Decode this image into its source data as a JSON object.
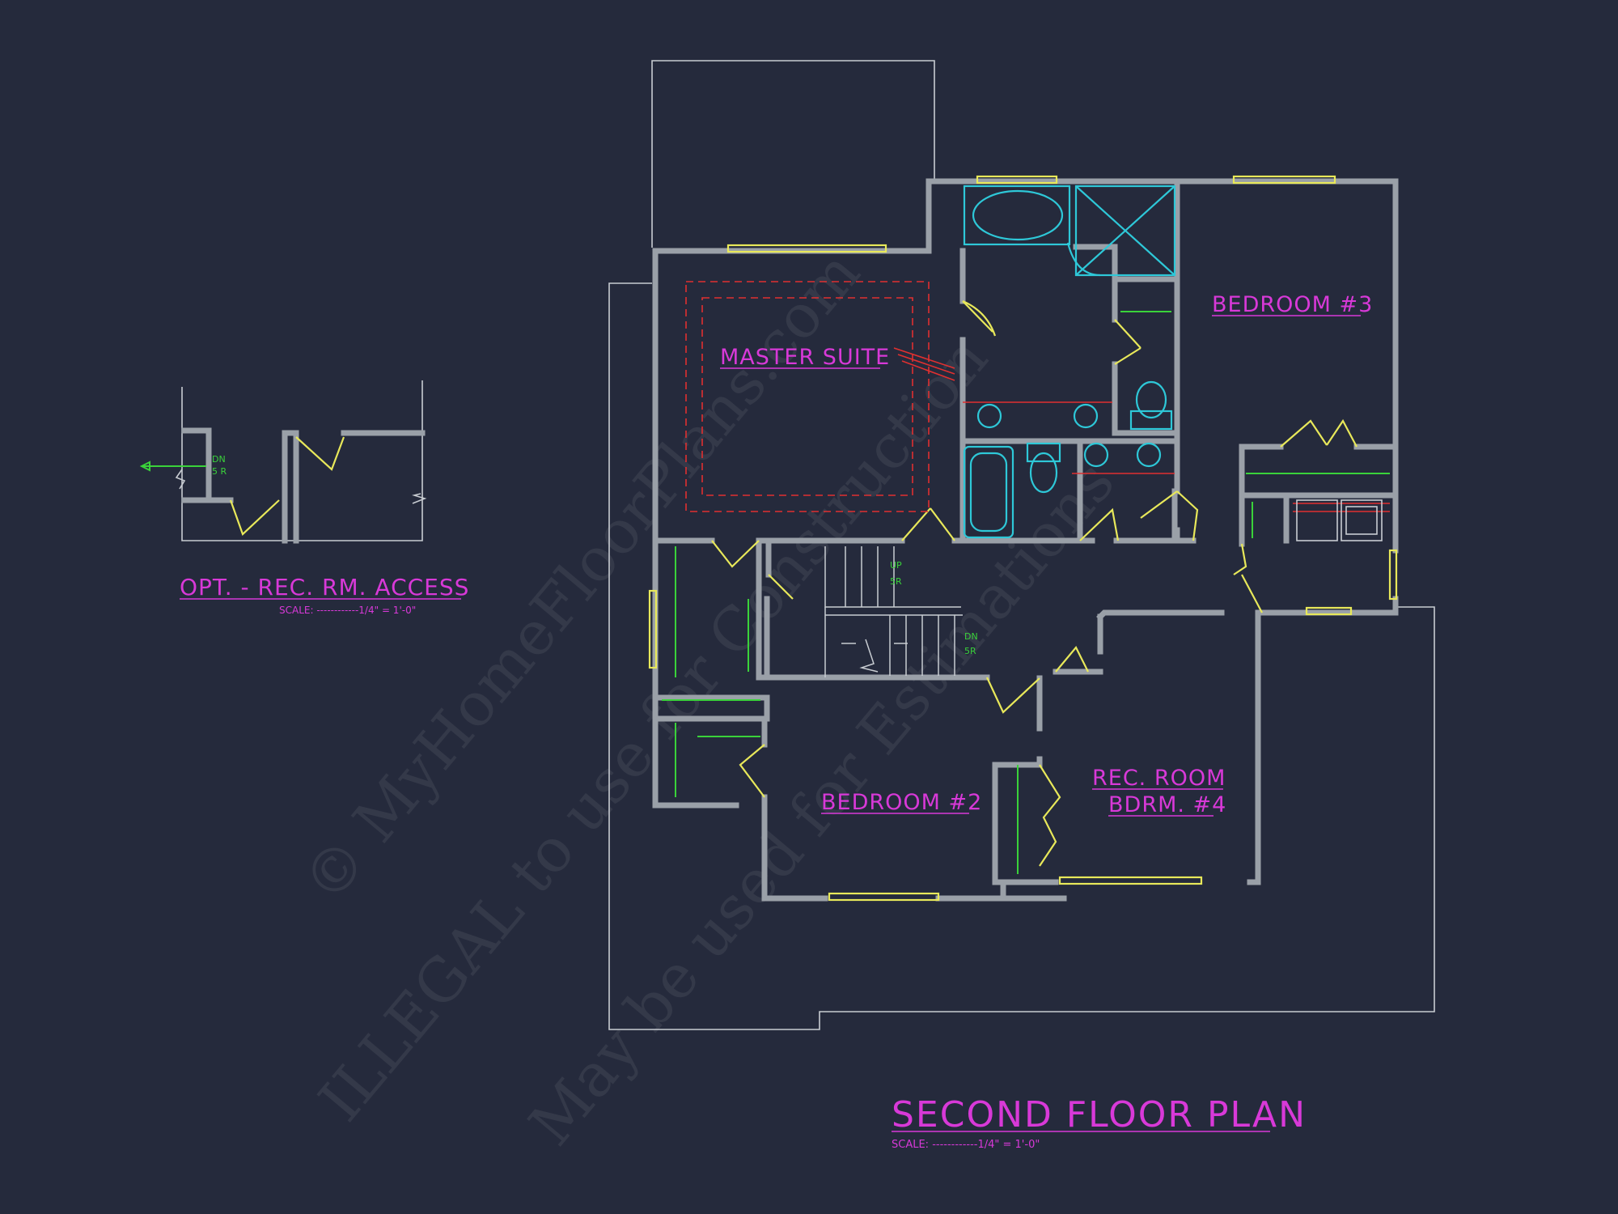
{
  "rooms": {
    "master_suite": "MASTER SUITE",
    "bedroom3": "BEDROOM #3",
    "bedroom2": "BEDROOM #2",
    "rec_room_line1": "REC. ROOM",
    "rec_room_line2": "BDRM. #4"
  },
  "stairs": {
    "up": "UP",
    "up_r": "5R",
    "dn": "DN",
    "dn_r": "5R"
  },
  "detail": {
    "title": "OPT. - REC. RM. ACCESS",
    "scale": "SCALE: ------------1/4\" = 1'-0\"",
    "dn": "DN",
    "r": "5 R"
  },
  "plan": {
    "title": "SECOND FLOOR PLAN",
    "scale": "SCALE: ------------1/4\" = 1'-0\""
  },
  "watermark": {
    "line1": "© MyHomeFloorPlans.com",
    "line2": "ILLEGAL to use for Construction",
    "line3": "May be used for Estimations"
  },
  "colors": {
    "background": "#252a3c",
    "walls": "#9aa0a8",
    "labels": "#d839d8",
    "windows_doors": "#e8e85a",
    "fixtures": "#2ec8d8",
    "stair_notes": "#3ad23a",
    "ceiling_lines": "#e03030"
  }
}
